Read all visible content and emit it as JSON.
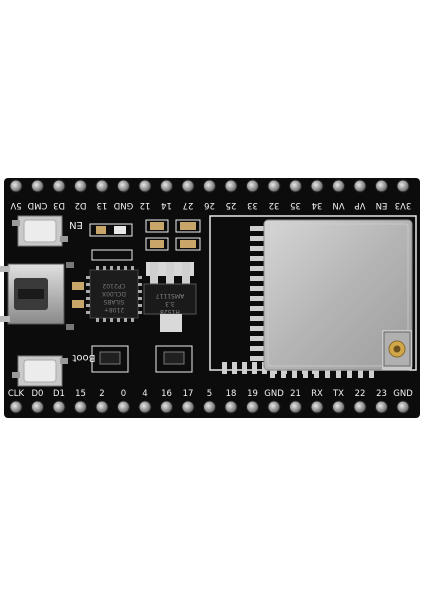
{
  "board": {
    "top_pin_labels": [
      "5V",
      "CMD",
      "D3",
      "D2",
      "13",
      "GND",
      "12",
      "14",
      "27",
      "26",
      "25",
      "33",
      "32",
      "35",
      "34",
      "VN",
      "VP",
      "EN",
      "3V3"
    ],
    "bottom_pin_labels": [
      "CLK",
      "D0",
      "D1",
      "15",
      "2",
      "0",
      "4",
      "16",
      "17",
      "5",
      "18",
      "19",
      "GND",
      "21",
      "RX",
      "TX",
      "22",
      "23",
      "GND"
    ],
    "button_en_label": "EN",
    "button_boot_label": "Boot",
    "usb_chip_lines": [
      "CP2102",
      "DCL00X",
      "SILABS",
      "2108+"
    ],
    "regulator_lines": [
      "AMS1117",
      "3.3",
      "H1528"
    ],
    "colors": {
      "pcb": "#0c0c0c",
      "silkscreen": "#f2f2f2",
      "pin": "#9a9a9a",
      "module_shield": "#bdbdbd",
      "button_cap": "#ececec"
    }
  }
}
